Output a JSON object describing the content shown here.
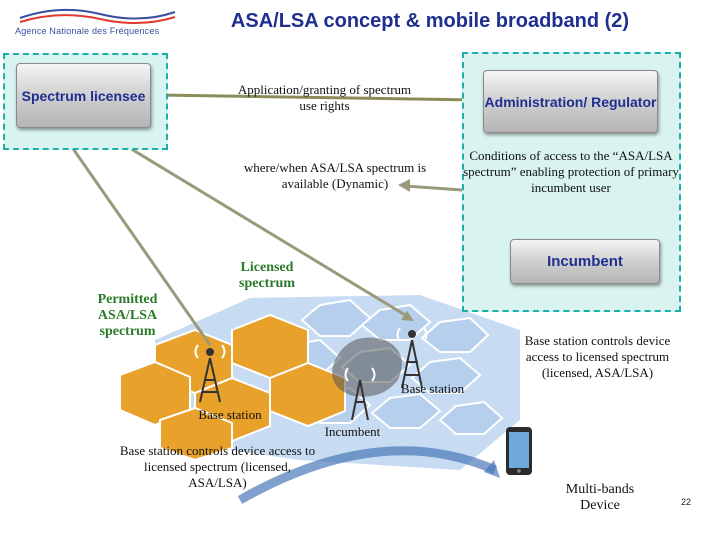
{
  "header": {
    "title": "ASA/LSA concept & mobile broadband (2)",
    "logo_text": "Agence Nationale des Fréquences"
  },
  "boxes": {
    "licensee": "Spectrum licensee",
    "regulator": "Administration/ Regulator",
    "incumbent": "Incumbent"
  },
  "labels": {
    "application": "Application/granting of spectrum use rights",
    "where_when": "where/when ASA/LSA spectrum is available (Dynamic)",
    "conditions": "Conditions of access to the “ASA/LSA spectrum” enabling protection of primary incumbent user",
    "licensed_spectrum": "Licensed spectrum",
    "permitted": "Permitted ASA/LSA spectrum",
    "base_station_left": "Base station",
    "base_station_right": "Base station",
    "incumbent_map": "Incumbent",
    "bs_controls_right": "Base station controls device access to licensed spectrum (licensed, ASA/LSA)",
    "bs_controls_left": "Base station controls device access to licensed spectrum (licensed, ASA/LSA)",
    "multiband": "Multi-bands Device"
  },
  "footer": {
    "page_number": "22"
  },
  "colors": {
    "title": "#1f2f8f",
    "zone_fill": "#d9f3f0",
    "zone_border": "#18b0a8",
    "orange_cells": "#e8a12a",
    "blue_cells": "#c7dcf2",
    "green_text": "#2a7a2a"
  }
}
